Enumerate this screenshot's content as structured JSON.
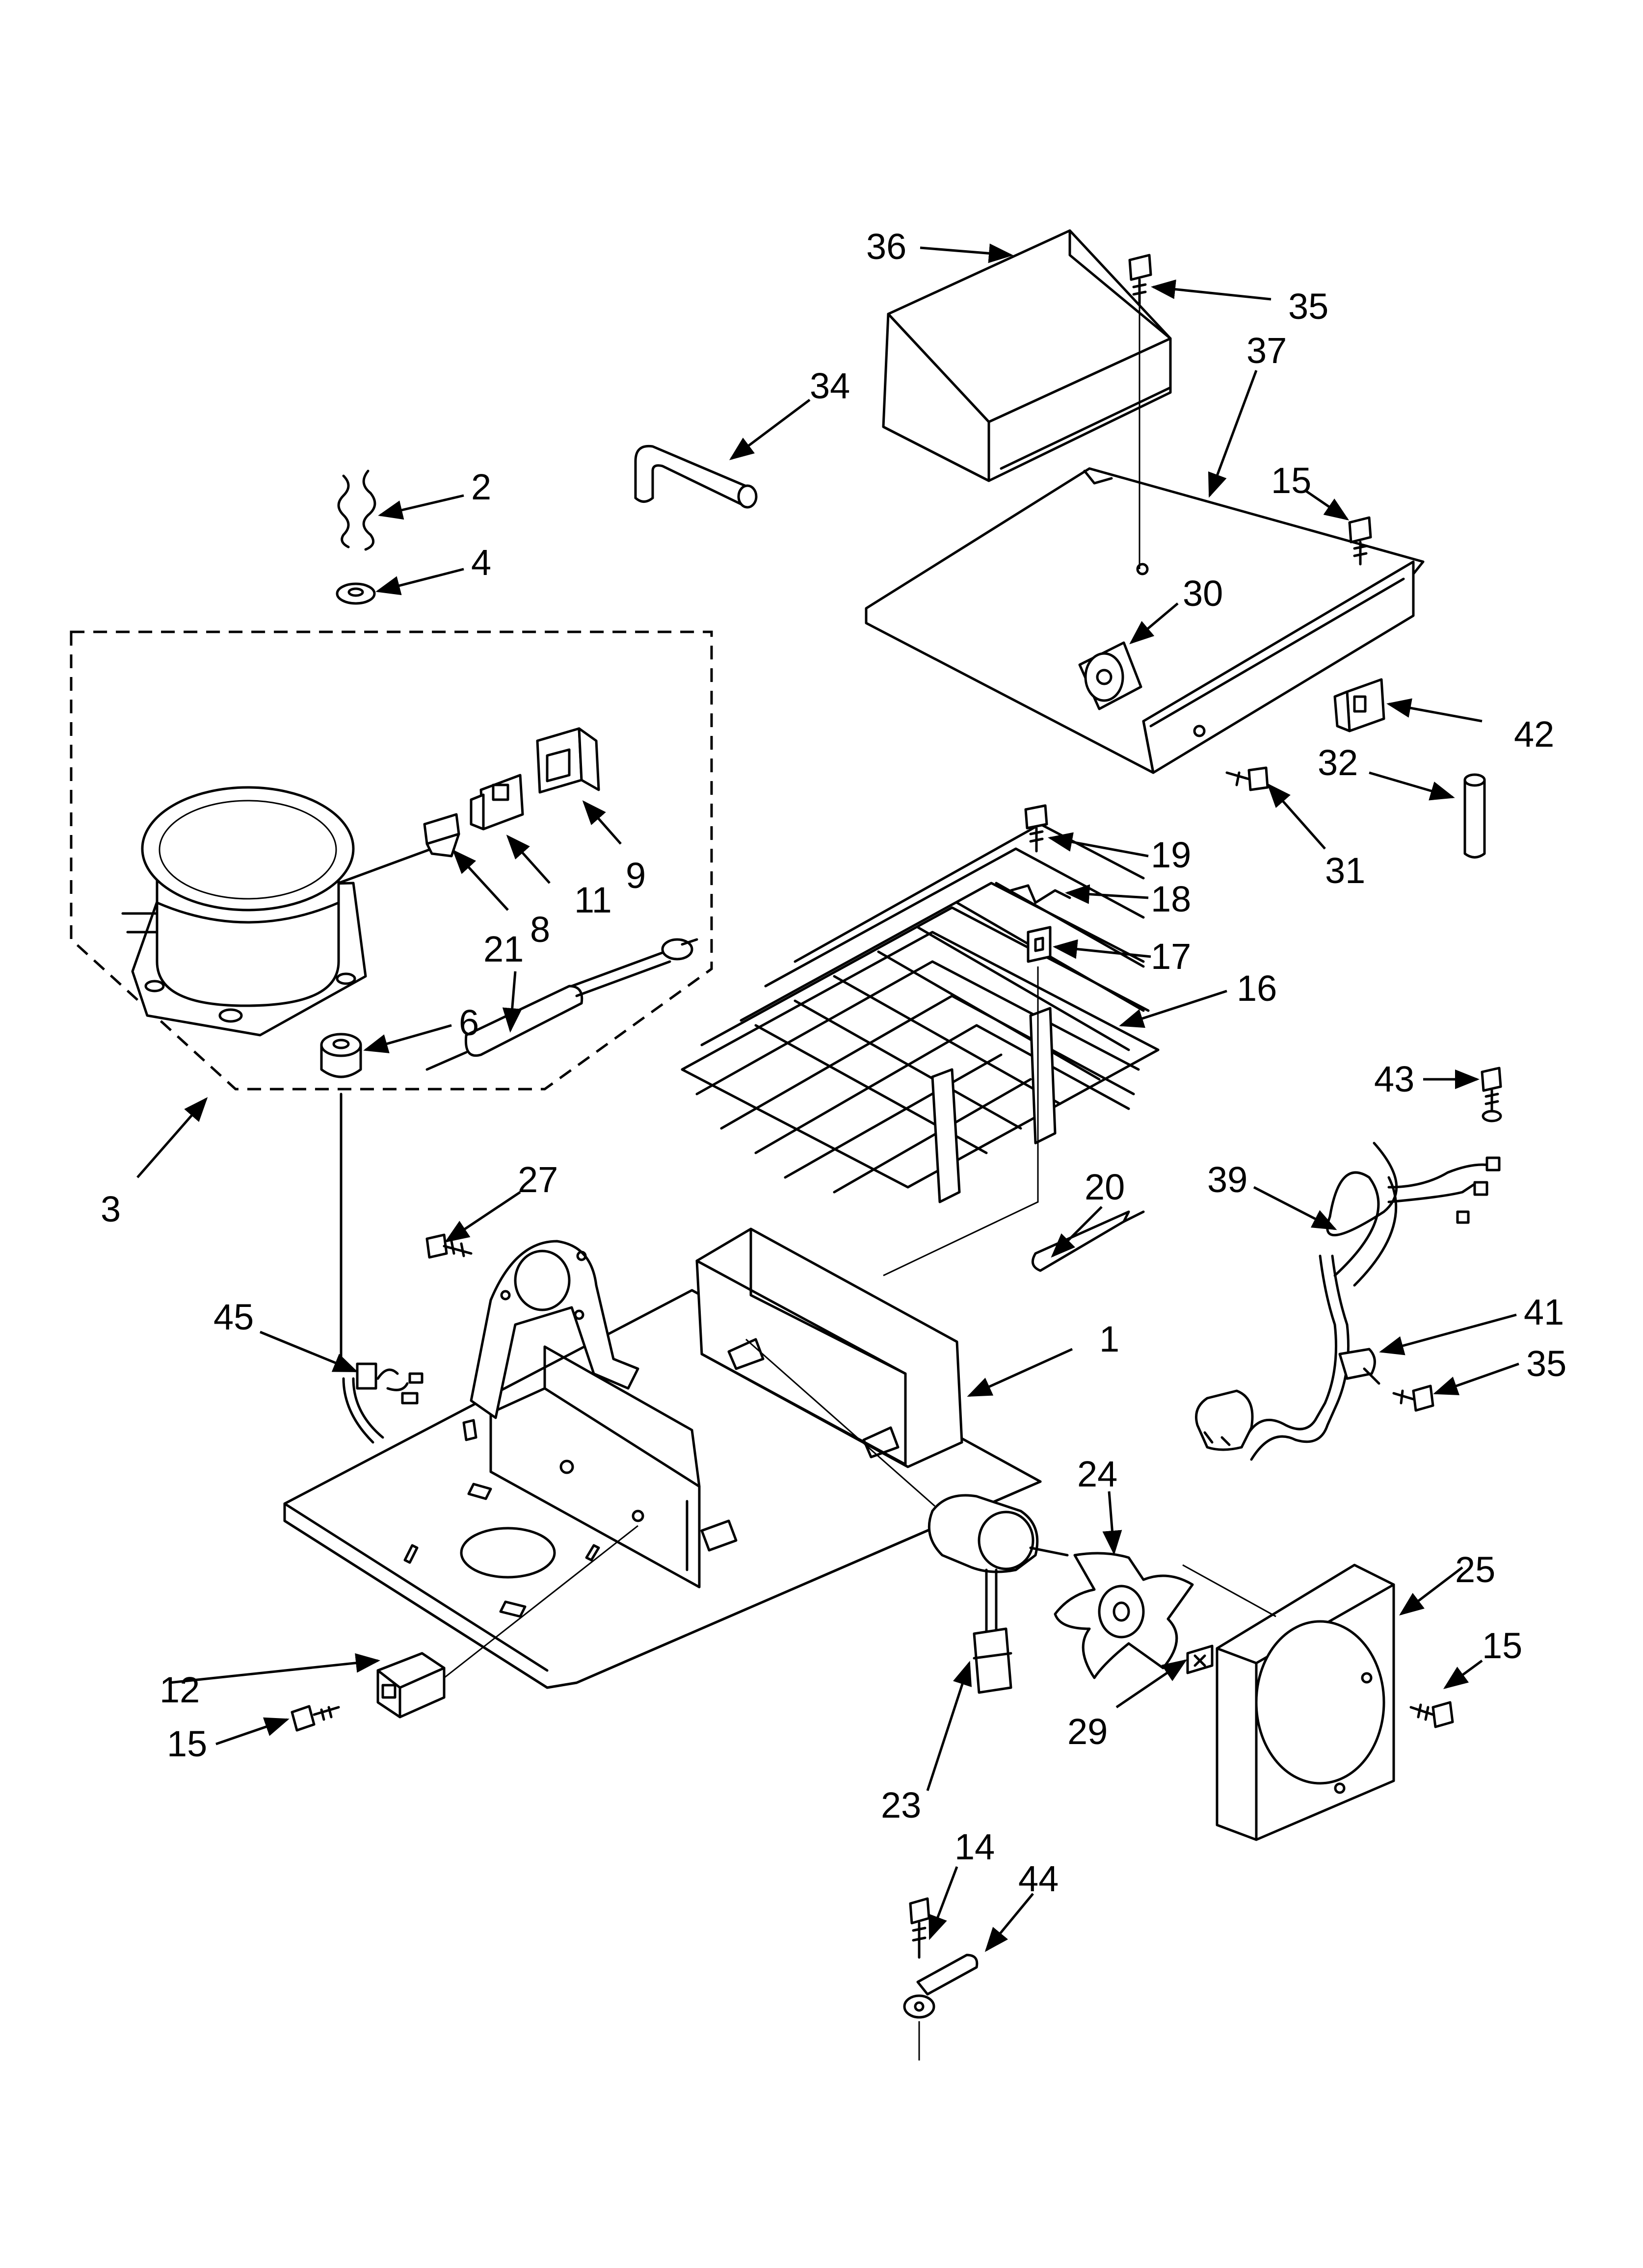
{
  "callouts": {
    "c1": "1",
    "c2": "2",
    "c3": "3",
    "c4": "4",
    "c6": "6",
    "c8": "8",
    "c9": "9",
    "c11": "11",
    "c12": "12",
    "c14": "14",
    "c15a": "15",
    "c15b": "15",
    "c15c": "15",
    "c16": "16",
    "c17": "17",
    "c18": "18",
    "c19": "19",
    "c20": "20",
    "c21": "21",
    "c23": "23",
    "c24": "24",
    "c25": "25",
    "c27": "27",
    "c29": "29",
    "c30": "30",
    "c31": "31",
    "c32": "32",
    "c34": "34",
    "c35a": "35",
    "c35b": "35",
    "c36": "36",
    "c37": "37",
    "c39": "39",
    "c41": "41",
    "c42": "42",
    "c43": "43",
    "c44": "44",
    "c45": "45"
  }
}
